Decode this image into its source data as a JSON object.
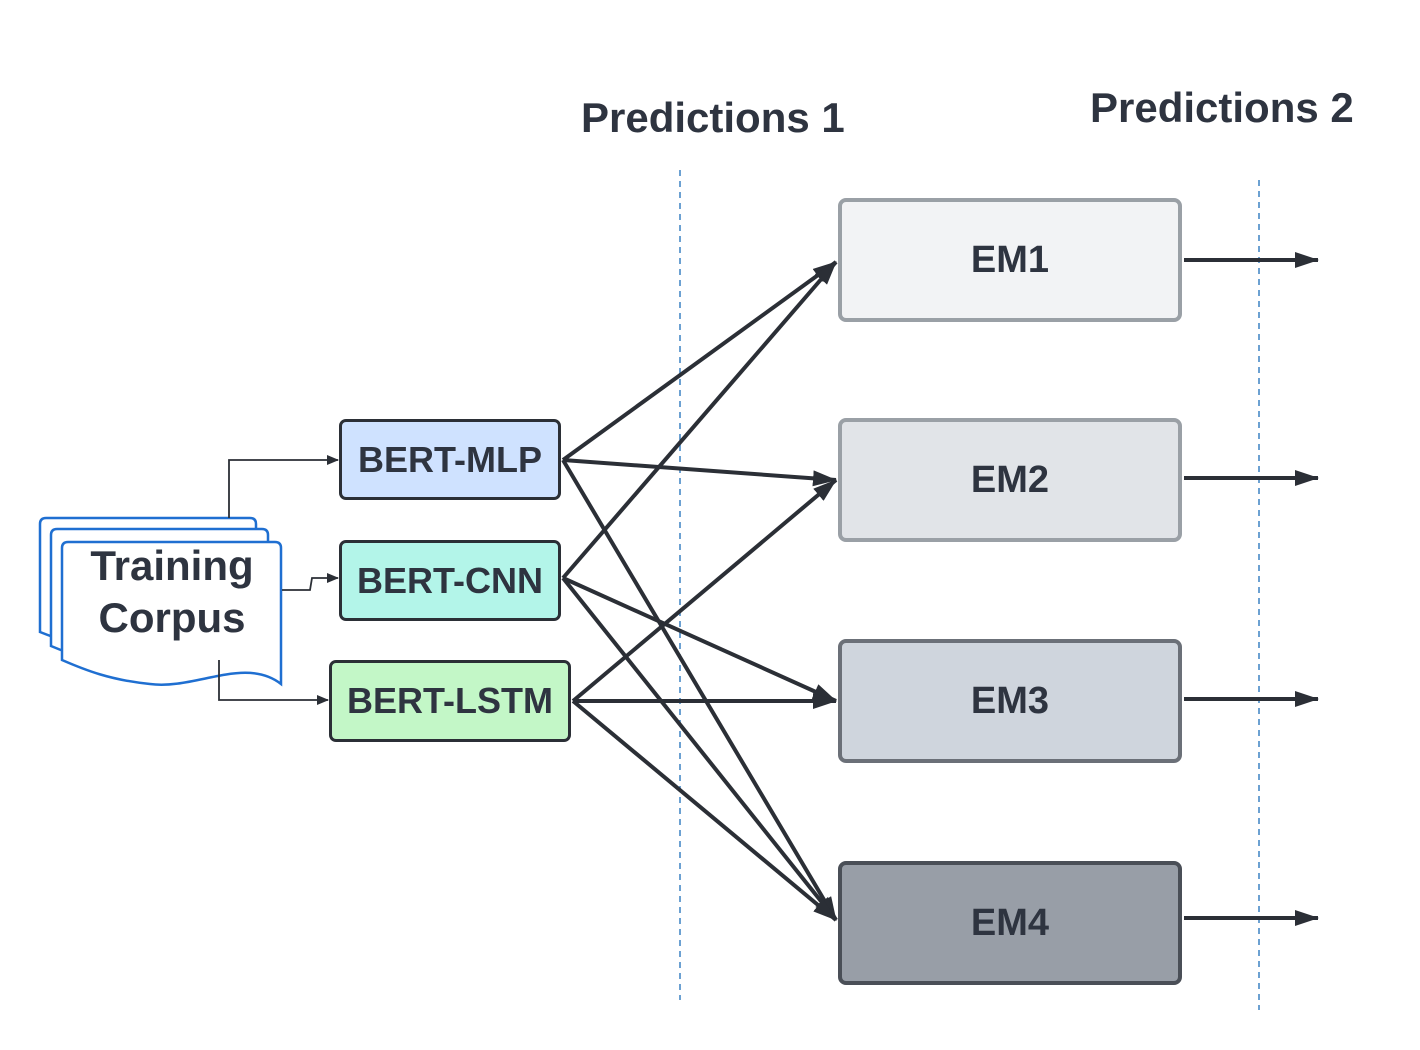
{
  "headers": {
    "predictions_1": "Predictions 1",
    "predictions_2": "Predictions 2"
  },
  "corpus": {
    "line1": "Training",
    "line2": "Corpus",
    "icon": "document-stack-icon"
  },
  "models": [
    {
      "id": "mlp",
      "label": "BERT-MLP",
      "color": "#cfe2ff"
    },
    {
      "id": "cnn",
      "label": "BERT-CNN",
      "color": "#b3f5e9"
    },
    {
      "id": "lstm",
      "label": "BERT-LSTM",
      "color": "#c3f7c7"
    }
  ],
  "ensembles": [
    {
      "id": "em1",
      "label": "EM1",
      "color": "#f2f3f5",
      "border": "#9aa0a6"
    },
    {
      "id": "em2",
      "label": "EM2",
      "color": "#e1e4e8",
      "border": "#9aa0a6"
    },
    {
      "id": "em3",
      "label": "EM3",
      "color": "#cfd5dd",
      "border": "#6b7078"
    },
    {
      "id": "em4",
      "label": "EM4",
      "color": "#989ea7",
      "border": "#4a4f57"
    }
  ],
  "connections": [
    {
      "from": "mlp",
      "to": "em1"
    },
    {
      "from": "mlp",
      "to": "em2"
    },
    {
      "from": "mlp",
      "to": "em4"
    },
    {
      "from": "cnn",
      "to": "em1"
    },
    {
      "from": "cnn",
      "to": "em3"
    },
    {
      "from": "cnn",
      "to": "em4"
    },
    {
      "from": "lstm",
      "to": "em2"
    },
    {
      "from": "lstm",
      "to": "em3"
    },
    {
      "from": "lstm",
      "to": "em4"
    }
  ],
  "colors": {
    "text": "#2e3440",
    "arrow": "#2b2f36",
    "divider": "#3b82c4",
    "corpus_outline": "#1f6fd1"
  }
}
